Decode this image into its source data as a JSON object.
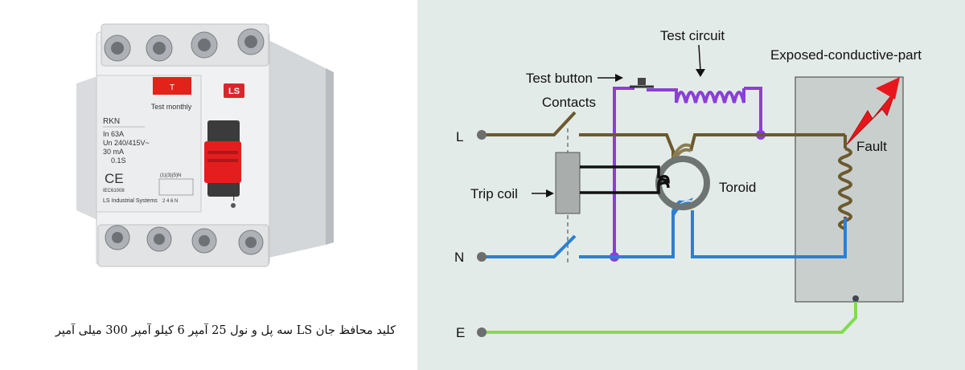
{
  "product": {
    "model": "RKN",
    "spec_in": "In 63A",
    "spec_un": "Un 240/415V~",
    "spec_ma": "30 mA",
    "spec_s": "0.1S",
    "test_label": "Test monthly",
    "brand_badge": "LS",
    "brand_name": "LS Industrial Systems",
    "ce_mark": "CE",
    "standard": "IEC61008",
    "terminals_top": "(1)(3)(5)N",
    "terminals_bottom": "2 4 6 N",
    "off_symbol": "I"
  },
  "caption": "کلید محافظ جان  LS سه پل و نول 25 آمپر 6 کیلو آمپر 300 میلی آمپر",
  "diagram": {
    "labels": {
      "test_circuit": "Test circuit",
      "exposed_part": "Exposed-conductive-part",
      "test_button": "Test button",
      "contacts": "Contacts",
      "line": "L",
      "neutral": "N",
      "earth": "E",
      "trip_coil": "Trip coil",
      "toroid": "Toroid",
      "fault": "Fault"
    },
    "colors": {
      "background": "#e3ebe8",
      "line_wire": "#6b5a2e",
      "neutral_wire": "#2b7fd4",
      "test_wire": "#8a3fd6",
      "earth_wire": "#7fdc4f",
      "fault_arrow": "#e8161c",
      "coil": "#8b7d50",
      "box_fill": "#c9cfcd"
    }
  }
}
